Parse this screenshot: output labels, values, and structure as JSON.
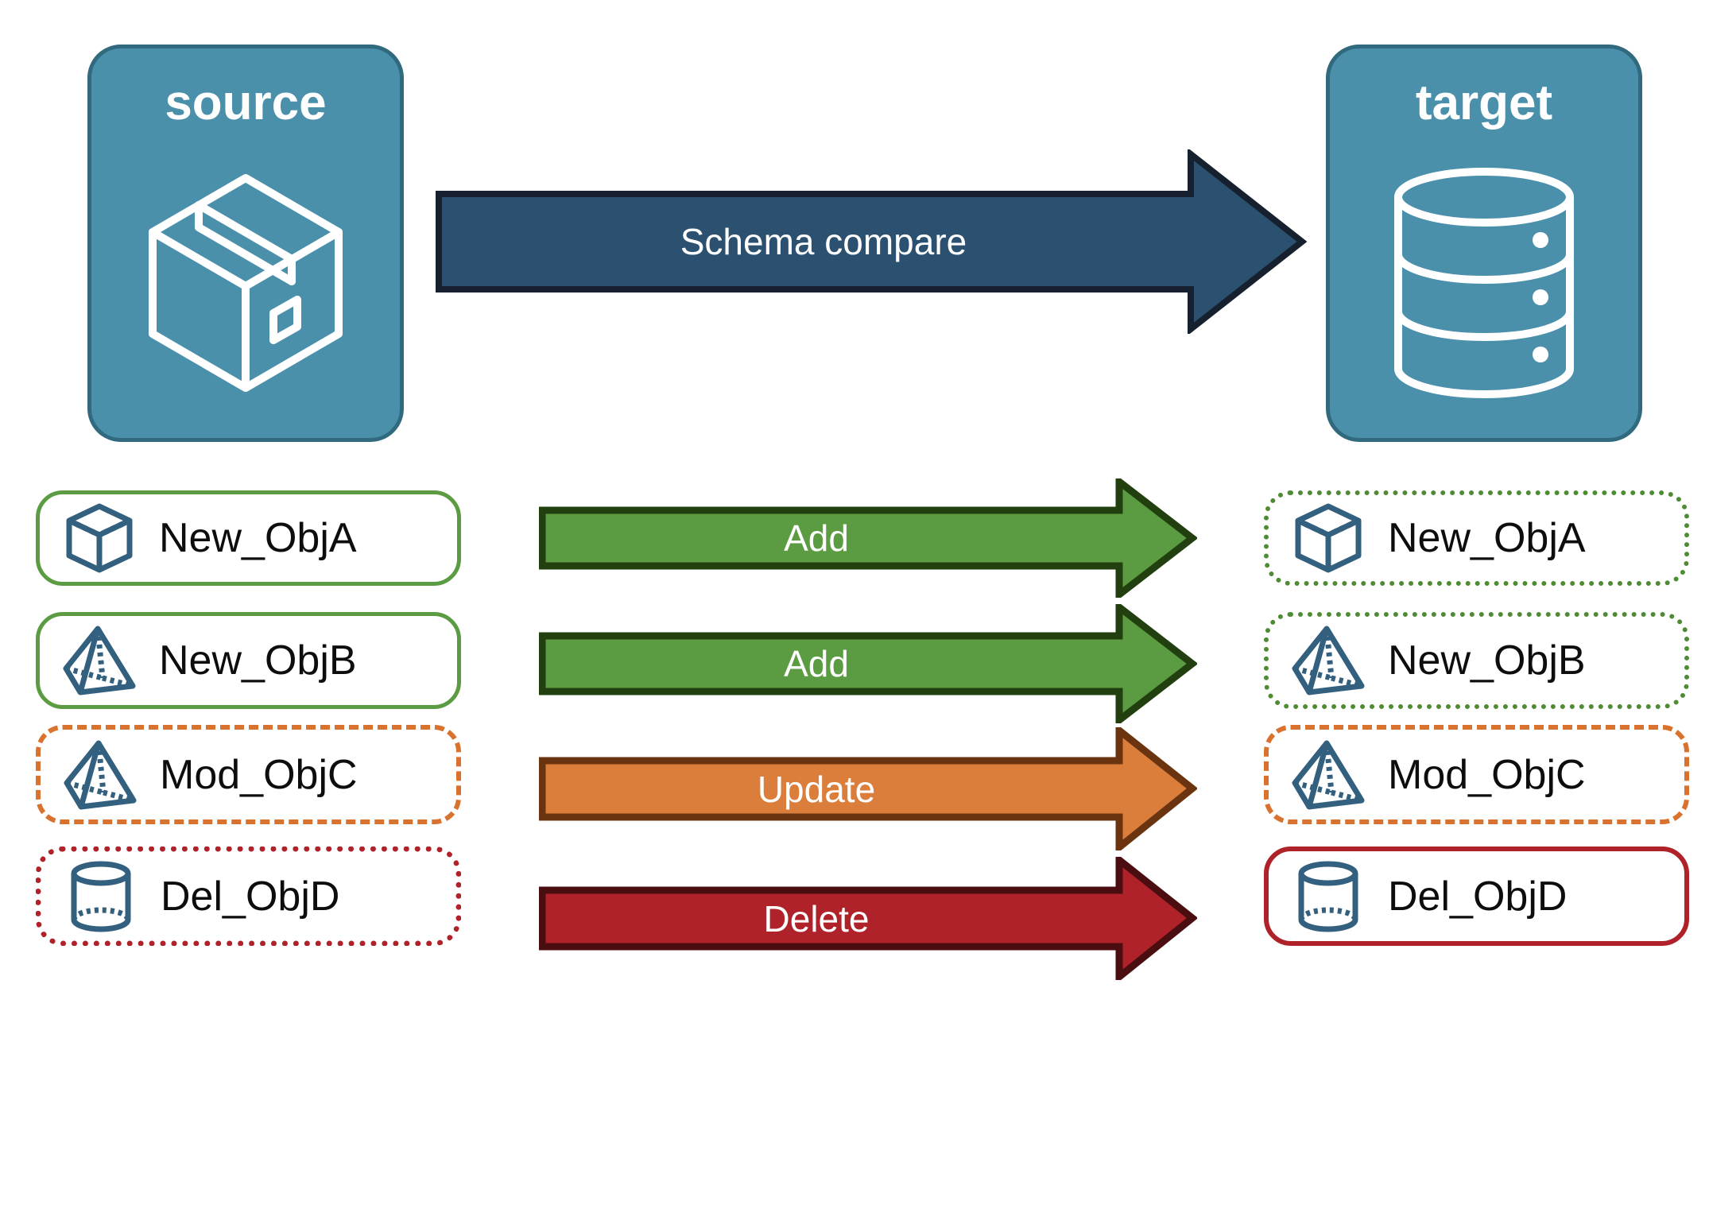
{
  "diagram": {
    "title_source": "source",
    "title_target": "target",
    "compare_arrow_label": "Schema compare"
  },
  "colors": {
    "endpoint_fill": "#4A90AB",
    "endpoint_stroke": "#31697F",
    "compare_arrow_fill": "#2C5070",
    "compare_arrow_stroke": "#16202E",
    "add_fill": "#5B9B41",
    "add_stroke": "#22400F",
    "update_fill": "#DB7E3C",
    "update_stroke": "#6B3410",
    "delete_fill": "#B02229",
    "delete_stroke": "#4A0D10",
    "object_icon": "#33607F",
    "green_border": "#5B9B41",
    "orange_border": "#D9722E",
    "red_border": "#B02229"
  },
  "source_objects": [
    {
      "label": "New_ObjA",
      "icon": "cube-wireframe-icon",
      "border_style": "green-solid"
    },
    {
      "label": "New_ObjB",
      "icon": "pyramid-wireframe-icon",
      "border_style": "green-solid"
    },
    {
      "label": "Mod_ObjC",
      "icon": "pyramid-wireframe-icon",
      "border_style": "orange-dashed"
    },
    {
      "label": "Del_ObjD",
      "icon": "cylinder-wireframe-icon",
      "border_style": "red-dotted"
    }
  ],
  "target_objects": [
    {
      "label": "New_ObjA",
      "icon": "cube-wireframe-icon",
      "border_style": "green-dotted"
    },
    {
      "label": "New_ObjB",
      "icon": "pyramid-wireframe-icon",
      "border_style": "green-dotted"
    },
    {
      "label": "Mod_ObjC",
      "icon": "pyramid-wireframe-icon",
      "border_style": "orange-dashed"
    },
    {
      "label": "Del_ObjD",
      "icon": "cylinder-wireframe-icon",
      "border_style": "red-solid"
    }
  ],
  "actions": [
    {
      "label": "Add",
      "color": "#5B9B41"
    },
    {
      "label": "Add",
      "color": "#5B9B41"
    },
    {
      "label": "Update",
      "color": "#DB7E3C"
    },
    {
      "label": "Delete",
      "color": "#B02229"
    }
  ],
  "icons": {
    "source_icon": "package-box-icon",
    "target_icon": "database-cylinder-icon"
  }
}
